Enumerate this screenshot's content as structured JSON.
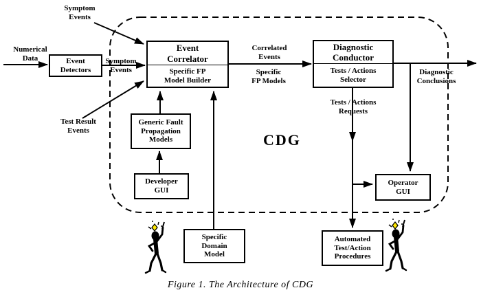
{
  "colors": {
    "line": "#000000",
    "background": "#ffffff",
    "bulb_yellow": "#ffe800"
  },
  "boxes": {
    "event_detectors": "Event\nDetectors",
    "event_correlator_title": "Event\nCorrelator",
    "event_correlator_sub": "Specific FP\nModel Builder",
    "diagnostic_conductor_title": "Diagnostic\nConductor",
    "diagnostic_conductor_sub": "Tests / Actions\nSelector",
    "generic_fault_models": "Generic Fault\nPropagation\nModels",
    "developer_gui": "Developer\nGUI",
    "operator_gui": "Operator\nGUI",
    "specific_domain_model": "Specific\nDomain\nModel",
    "automated_procedures": "Automated\nTest/Action\nProcedures"
  },
  "labels": {
    "symptom_events_top": "Symptom\nEvents",
    "numerical_data": "Numerical\nData",
    "symptom_events_mid": "Symptom\nEvents",
    "test_result_events": "Test Result\nEvents",
    "correlated_events": "Correlated\nEvents",
    "specific_fp_models": "Specific\nFP Models",
    "diagnostic_conclusions": "Diagnostic\nConclusions",
    "tests_actions_requests": "Tests / Actions\nRequests",
    "cdg": "CDG"
  },
  "caption": "Figure 1. The Architecture of CDG"
}
